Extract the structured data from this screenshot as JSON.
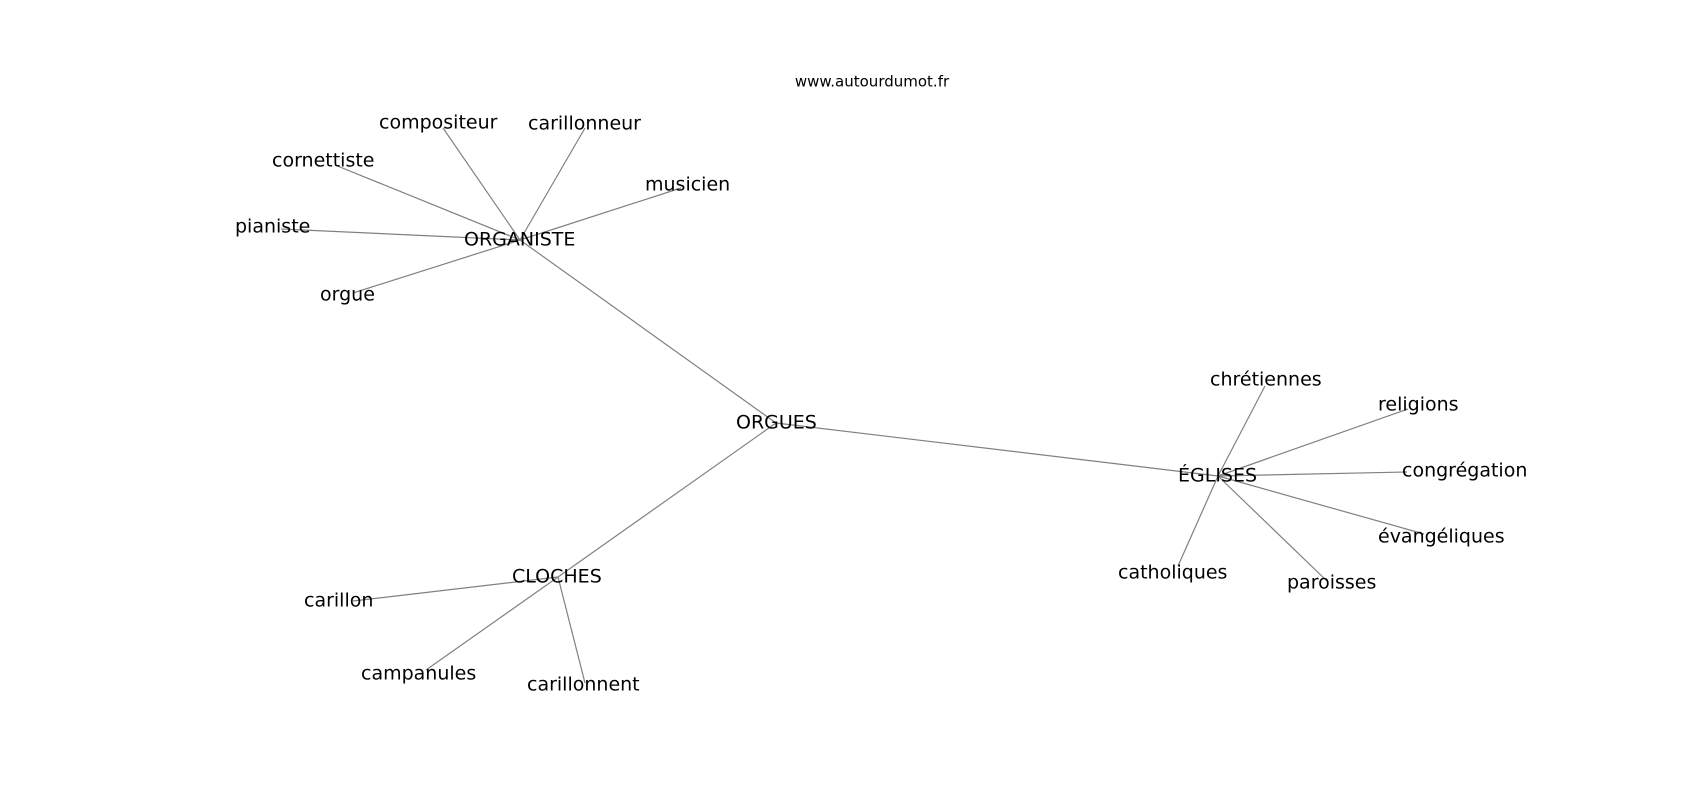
{
  "source": "www.autourdumot.fr",
  "nodes": [
    {
      "id": "orgues",
      "label": "ORGUES"
    },
    {
      "id": "organiste",
      "label": "ORGANISTE"
    },
    {
      "id": "cloches",
      "label": "CLOCHES"
    },
    {
      "id": "eglises",
      "label": "ÉGLISES"
    },
    {
      "id": "compositeur",
      "label": "compositeur"
    },
    {
      "id": "carillonneur",
      "label": "carillonneur"
    },
    {
      "id": "cornettiste",
      "label": "cornettiste"
    },
    {
      "id": "musicien",
      "label": "musicien"
    },
    {
      "id": "pianiste",
      "label": "pianiste"
    },
    {
      "id": "orgue",
      "label": "orgue"
    },
    {
      "id": "carillon",
      "label": "carillon"
    },
    {
      "id": "campanules",
      "label": "campanules"
    },
    {
      "id": "carillonnent",
      "label": "carillonnent"
    },
    {
      "id": "chretiennes",
      "label": "chrétiennes"
    },
    {
      "id": "religions",
      "label": "religions"
    },
    {
      "id": "congregation",
      "label": "congrégation"
    },
    {
      "id": "evangeliques",
      "label": "évangéliques"
    },
    {
      "id": "catholiques",
      "label": "catholiques"
    },
    {
      "id": "paroisses",
      "label": "paroisses"
    }
  ],
  "edges": [
    [
      "orgues",
      "organiste"
    ],
    [
      "orgues",
      "cloches"
    ],
    [
      "orgues",
      "eglises"
    ],
    [
      "organiste",
      "compositeur"
    ],
    [
      "organiste",
      "carillonneur"
    ],
    [
      "organiste",
      "cornettiste"
    ],
    [
      "organiste",
      "musicien"
    ],
    [
      "organiste",
      "pianiste"
    ],
    [
      "organiste",
      "orgue"
    ],
    [
      "cloches",
      "carillon"
    ],
    [
      "cloches",
      "campanules"
    ],
    [
      "cloches",
      "carillonnent"
    ],
    [
      "eglises",
      "chretiennes"
    ],
    [
      "eglises",
      "religions"
    ],
    [
      "eglises",
      "congregation"
    ],
    [
      "eglises",
      "evangeliques"
    ],
    [
      "eglises",
      "catholiques"
    ],
    [
      "eglises",
      "paroisses"
    ]
  ]
}
